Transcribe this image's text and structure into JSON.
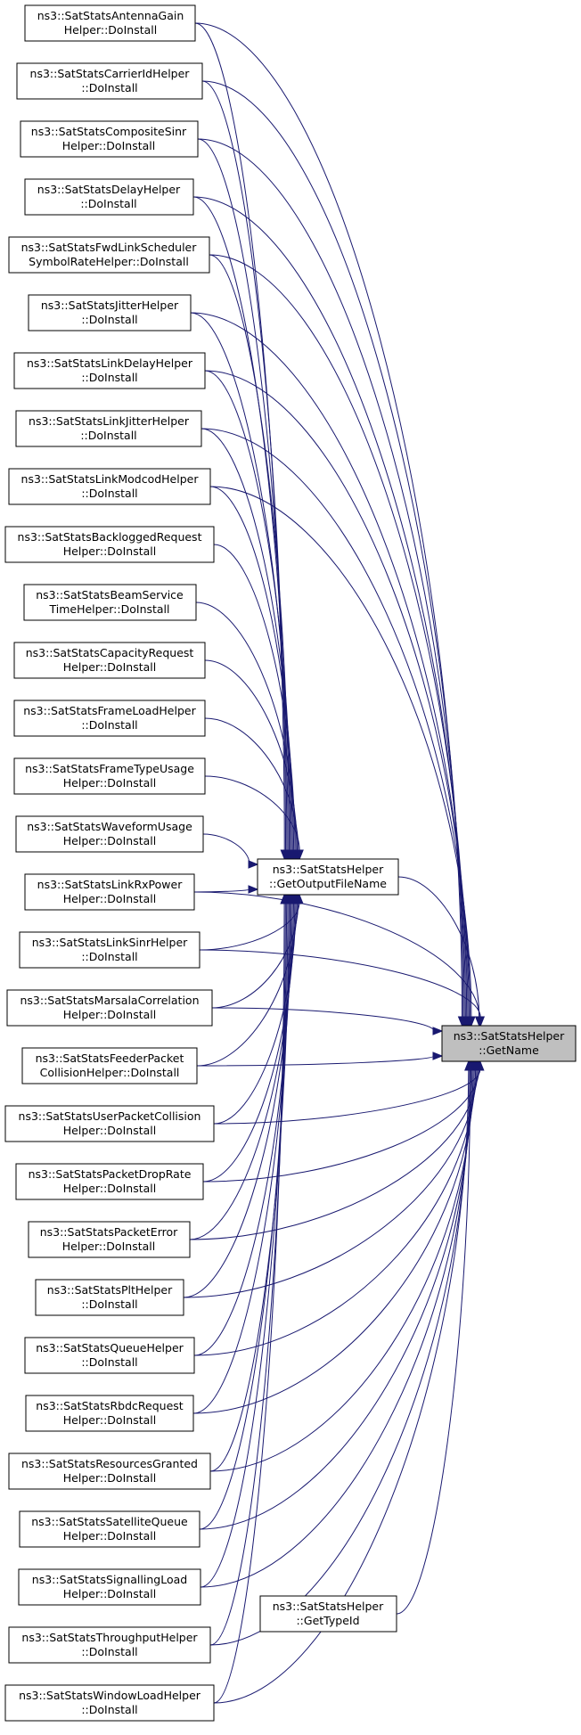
{
  "colors": {
    "edge": "#191970",
    "node_border": "#000000",
    "focus_fill": "#bfbfbf"
  },
  "nodes": {
    "getname": [
      "ns3::SatStatsHelper",
      "::GetName"
    ],
    "getoutputfilename": [
      "ns3::SatStatsHelper",
      "::GetOutputFileName"
    ],
    "gettypeid": [
      "ns3::SatStatsHelper",
      "::GetTypeId"
    ],
    "antennagain": [
      "ns3::SatStatsAntennaGain",
      "Helper::DoInstall"
    ],
    "carrierid": [
      "ns3::SatStatsCarrierIdHelper",
      "::DoInstall"
    ],
    "compositesinr": [
      "ns3::SatStatsCompositeSinr",
      "Helper::DoInstall"
    ],
    "delay": [
      "ns3::SatStatsDelayHelper",
      "::DoInstall"
    ],
    "fwdlinkscheduler": [
      "ns3::SatStatsFwdLinkScheduler",
      "SymbolRateHelper::DoInstall"
    ],
    "jitter": [
      "ns3::SatStatsJitterHelper",
      "::DoInstall"
    ],
    "linkdelay": [
      "ns3::SatStatsLinkDelayHelper",
      "::DoInstall"
    ],
    "linkjitter": [
      "ns3::SatStatsLinkJitterHelper",
      "::DoInstall"
    ],
    "linkmodcod": [
      "ns3::SatStatsLinkModcodHelper",
      "::DoInstall"
    ],
    "backloggedrequest": [
      "ns3::SatStatsBackloggedRequest",
      "Helper::DoInstall"
    ],
    "beamservicetime": [
      "ns3::SatStatsBeamService",
      "TimeHelper::DoInstall"
    ],
    "capacityrequest": [
      "ns3::SatStatsCapacityRequest",
      "Helper::DoInstall"
    ],
    "frameload": [
      "ns3::SatStatsFrameLoadHelper",
      "::DoInstall"
    ],
    "frametypeusage": [
      "ns3::SatStatsFrameTypeUsage",
      "Helper::DoInstall"
    ],
    "waveformusage": [
      "ns3::SatStatsWaveformUsage",
      "Helper::DoInstall"
    ],
    "linkrxpower": [
      "ns3::SatStatsLinkRxPower",
      "Helper::DoInstall"
    ],
    "linksinr": [
      "ns3::SatStatsLinkSinrHelper",
      "::DoInstall"
    ],
    "marsalacorrelation": [
      "ns3::SatStatsMarsalaCorrelation",
      "Helper::DoInstall"
    ],
    "feederpacketcollision": [
      "ns3::SatStatsFeederPacket",
      "CollisionHelper::DoInstall"
    ],
    "userpacketcollision": [
      "ns3::SatStatsUserPacketCollision",
      "Helper::DoInstall"
    ],
    "packetdroprate": [
      "ns3::SatStatsPacketDropRate",
      "Helper::DoInstall"
    ],
    "packeterror": [
      "ns3::SatStatsPacketError",
      "Helper::DoInstall"
    ],
    "plt": [
      "ns3::SatStatsPltHelper",
      "::DoInstall"
    ],
    "queue": [
      "ns3::SatStatsQueueHelper",
      "::DoInstall"
    ],
    "rbdcrequest": [
      "ns3::SatStatsRbdcRequest",
      "Helper::DoInstall"
    ],
    "resourcesgranted": [
      "ns3::SatStatsResourcesGranted",
      "Helper::DoInstall"
    ],
    "satellitequeue": [
      "ns3::SatStatsSatelliteQueue",
      "Helper::DoInstall"
    ],
    "signallingload": [
      "ns3::SatStatsSignallingLoad",
      "Helper::DoInstall"
    ],
    "throughput": [
      "ns3::SatStatsThroughputHelper",
      "::DoInstall"
    ],
    "windowload": [
      "ns3::SatStatsWindowLoadHelper",
      "::DoInstall"
    ]
  },
  "edges": [
    [
      "antennagain",
      "getname"
    ],
    [
      "carrierid",
      "getname"
    ],
    [
      "compositesinr",
      "getname"
    ],
    [
      "delay",
      "getname"
    ],
    [
      "fwdlinkscheduler",
      "getname"
    ],
    [
      "jitter",
      "getname"
    ],
    [
      "linkdelay",
      "getname"
    ],
    [
      "linkjitter",
      "getname"
    ],
    [
      "linkmodcod",
      "getname"
    ],
    [
      "linkrxpower",
      "getname"
    ],
    [
      "linksinr",
      "getname"
    ],
    [
      "marsalacorrelation",
      "getname"
    ],
    [
      "feederpacketcollision",
      "getname"
    ],
    [
      "userpacketcollision",
      "getname"
    ],
    [
      "packetdroprate",
      "getname"
    ],
    [
      "packeterror",
      "getname"
    ],
    [
      "plt",
      "getname"
    ],
    [
      "queue",
      "getname"
    ],
    [
      "rbdcrequest",
      "getname"
    ],
    [
      "resourcesgranted",
      "getname"
    ],
    [
      "satellitequeue",
      "getname"
    ],
    [
      "signallingload",
      "getname"
    ],
    [
      "throughput",
      "getname"
    ],
    [
      "windowload",
      "getname"
    ],
    [
      "gettypeid",
      "getname"
    ],
    [
      "getoutputfilename",
      "getname"
    ],
    [
      "antennagain",
      "getoutputfilename"
    ],
    [
      "carrierid",
      "getoutputfilename"
    ],
    [
      "compositesinr",
      "getoutputfilename"
    ],
    [
      "delay",
      "getoutputfilename"
    ],
    [
      "fwdlinkscheduler",
      "getoutputfilename"
    ],
    [
      "jitter",
      "getoutputfilename"
    ],
    [
      "linkdelay",
      "getoutputfilename"
    ],
    [
      "linkjitter",
      "getoutputfilename"
    ],
    [
      "linkmodcod",
      "getoutputfilename"
    ],
    [
      "backloggedrequest",
      "getoutputfilename"
    ],
    [
      "beamservicetime",
      "getoutputfilename"
    ],
    [
      "capacityrequest",
      "getoutputfilename"
    ],
    [
      "frameload",
      "getoutputfilename"
    ],
    [
      "frametypeusage",
      "getoutputfilename"
    ],
    [
      "waveformusage",
      "getoutputfilename"
    ],
    [
      "linkrxpower",
      "getoutputfilename"
    ],
    [
      "linksinr",
      "getoutputfilename"
    ],
    [
      "marsalacorrelation",
      "getoutputfilename"
    ],
    [
      "feederpacketcollision",
      "getoutputfilename"
    ],
    [
      "userpacketcollision",
      "getoutputfilename"
    ],
    [
      "packetdroprate",
      "getoutputfilename"
    ],
    [
      "packeterror",
      "getoutputfilename"
    ],
    [
      "plt",
      "getoutputfilename"
    ],
    [
      "queue",
      "getoutputfilename"
    ],
    [
      "rbdcrequest",
      "getoutputfilename"
    ],
    [
      "resourcesgranted",
      "getoutputfilename"
    ],
    [
      "satellitequeue",
      "getoutputfilename"
    ],
    [
      "signallingload",
      "getoutputfilename"
    ],
    [
      "throughput",
      "getoutputfilename"
    ],
    [
      "windowload",
      "getoutputfilename"
    ]
  ]
}
